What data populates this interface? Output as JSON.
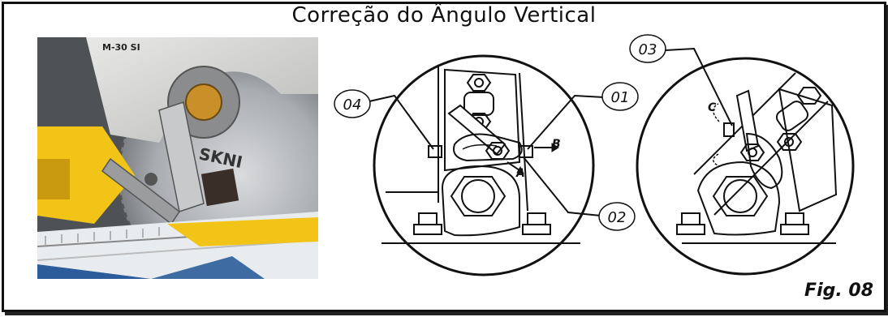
{
  "title": "Correção do Ângulo Vertical",
  "figure_label": "Fig. 08",
  "photo": {
    "label_top": "M-30 SI",
    "brand_on_blade": "SKNI"
  },
  "callouts": {
    "c01": "01",
    "c02": "02",
    "c03": "03",
    "c04": "04"
  },
  "arrow_labels": {
    "a": "A",
    "b": "B",
    "c": "C"
  }
}
